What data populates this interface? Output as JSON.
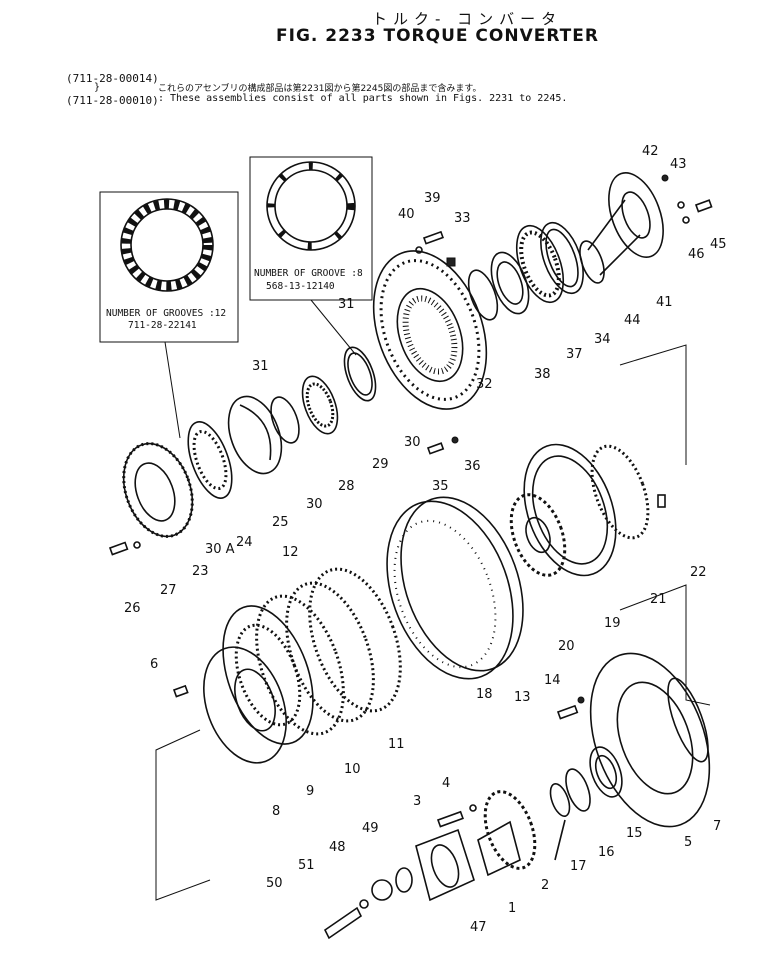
{
  "header": {
    "title_jp": "トルク- コンバータ",
    "title": "FIG. 2233  TORQUE CONVERTER",
    "part_number_1": "(711-28-00014)",
    "brace": "}",
    "part_number_2": "(711-28-00010)",
    "note_jp": "これらのアセンブリの構成部品は第2231図から第2245図の部品まで含みます。",
    "note_en": ": These assemblies consist of all parts shown in Figs. 2231 to 2245."
  },
  "insets": [
    {
      "line1": "NUMBER OF GROOVES :12",
      "line2": "711-28-22141"
    },
    {
      "line1": "NUMBER OF GROOVE :8",
      "line2": "568-13-12140"
    }
  ],
  "callouts": [
    "42",
    "43",
    "45",
    "46",
    "44",
    "41",
    "40",
    "39",
    "33",
    "34",
    "37",
    "38",
    "31",
    "32",
    "31",
    "28",
    "29",
    "30",
    "30",
    "36",
    "35",
    "25",
    "30 A",
    "24",
    "23",
    "27",
    "26",
    "22",
    "21",
    "19",
    "20",
    "18",
    "12",
    "11",
    "10",
    "9",
    "8",
    "6",
    "14",
    "13",
    "7",
    "5",
    "15",
    "16",
    "17",
    "2",
    "4",
    "3",
    "1",
    "49",
    "48",
    "51",
    "50",
    "47"
  ]
}
